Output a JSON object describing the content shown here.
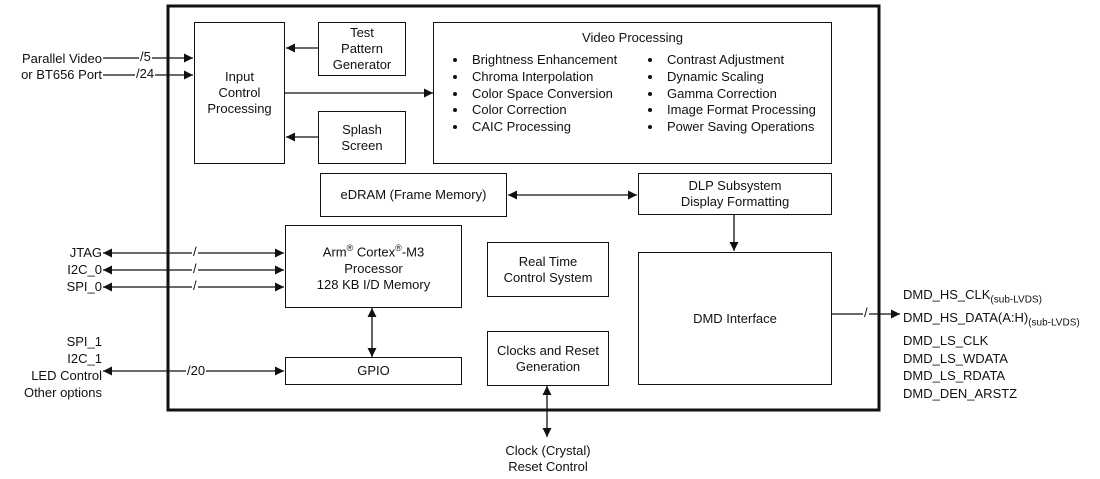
{
  "left_inputs": {
    "parallel_video": {
      "line1": "Parallel Video",
      "line2": "or BT656 Port",
      "bus1": "/5",
      "bus2": "/24"
    },
    "jtag": "JTAG",
    "i2c0": "I2C_0",
    "spi0": "SPI_0",
    "jtag_bus": "/",
    "i2c0_bus": "/",
    "spi0_bus": "/",
    "gpio_group": [
      "SPI_1",
      "I2C_1",
      "LED Control",
      "Other options"
    ],
    "gpio_bus": "/20"
  },
  "blocks": {
    "input_control": [
      "Input",
      "Control",
      "Processing"
    ],
    "test_pattern": [
      "Test",
      "Pattern",
      "Generator"
    ],
    "splash": [
      "Splash",
      "Screen"
    ],
    "video_processing": {
      "title": "Video Processing",
      "left": [
        "Brightness Enhancement",
        "Chroma Interpolation",
        "Color Space Conversion",
        "Color Correction",
        "CAIC Processing"
      ],
      "right": [
        "Contrast Adjustment",
        "Dynamic Scaling",
        "Gamma Correction",
        "Image Format Processing",
        "Power Saving Operations"
      ]
    },
    "edram": "eDRAM (Frame Memory)",
    "dlp": [
      "DLP Subsystem",
      "Display Formatting"
    ],
    "arm": {
      "name1": "Arm",
      "reg": "®",
      "name2": " Cortex",
      "name3": "-M3",
      "line2": "Processor",
      "line3": "128 KB I/D Memory"
    },
    "rtcs": [
      "Real Time",
      "Control System"
    ],
    "dmd_interface": "DMD Interface",
    "gpio": "GPIO",
    "clocks": [
      "Clocks and Reset",
      "Generation"
    ]
  },
  "outputs": {
    "bus": "/",
    "hs_clk": "DMD_HS_CLK",
    "hs_clk_sub": "(sub-LVDS)",
    "hs_data": "DMD_HS_DATA(A:H)",
    "hs_data_sub": "(sub-LVDS)",
    "ls_clk": "DMD_LS_CLK",
    "ls_wdata": "DMD_LS_WDATA",
    "ls_rdata": "DMD_LS_RDATA",
    "den": "DMD_DEN_ARSTZ"
  },
  "bottom": [
    "Clock (Crystal)",
    "Reset Control"
  ]
}
